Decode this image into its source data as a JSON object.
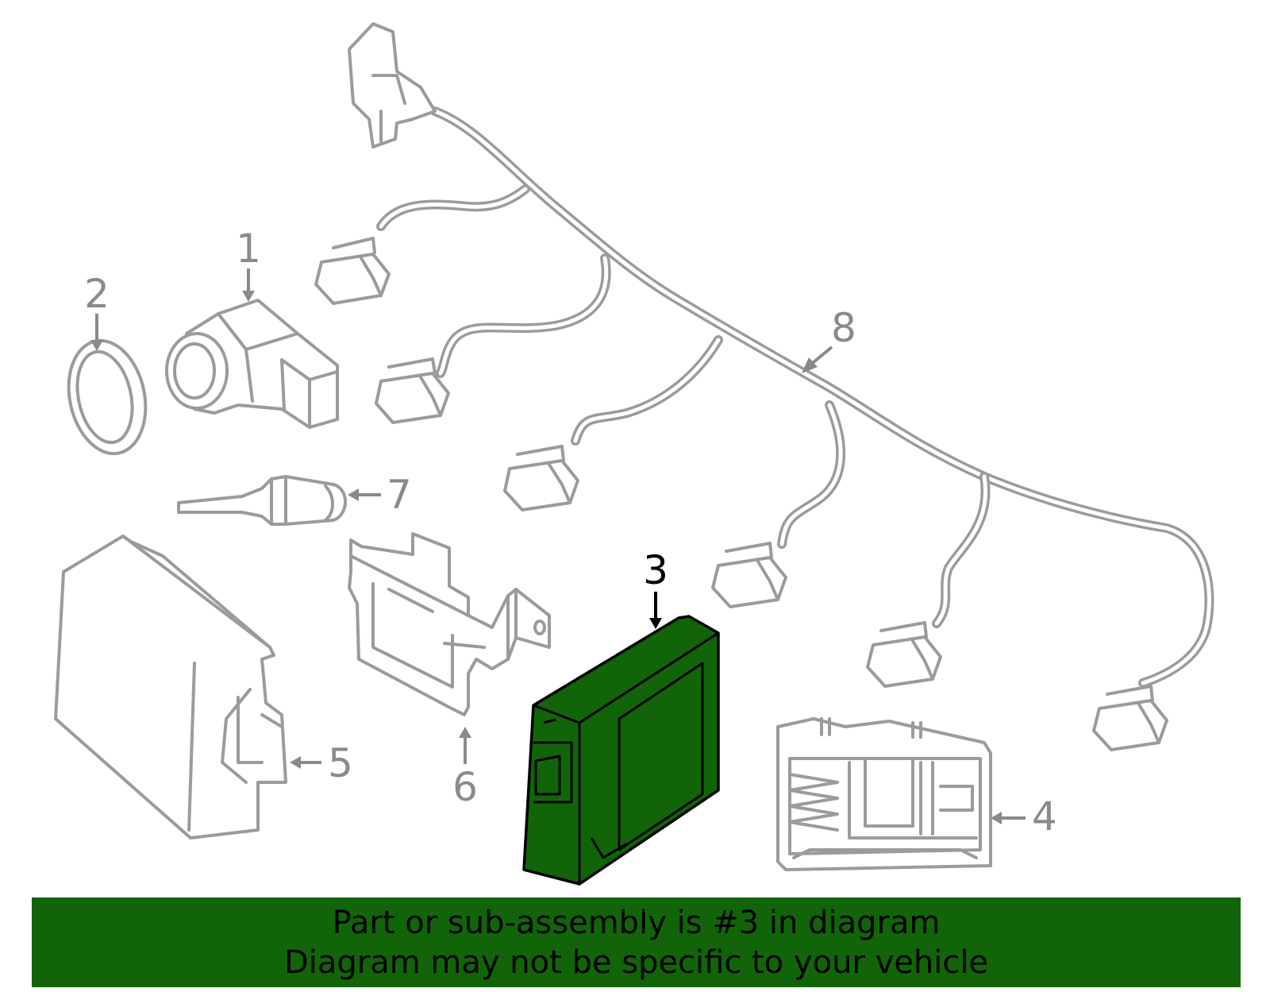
{
  "diagram": {
    "highlight_color": "#116508",
    "outline_color": "#9b9b9b",
    "highlighted_part": "3",
    "callouts": [
      {
        "id": "1",
        "label": "1"
      },
      {
        "id": "2",
        "label": "2"
      },
      {
        "id": "3",
        "label": "3"
      },
      {
        "id": "4",
        "label": "4"
      },
      {
        "id": "5",
        "label": "5"
      },
      {
        "id": "6",
        "label": "6"
      },
      {
        "id": "7",
        "label": "7"
      },
      {
        "id": "8",
        "label": "8"
      }
    ]
  },
  "banner": {
    "background": "#116508",
    "line1": "Part or sub-assembly is #3 in diagram",
    "line2": "Diagram may not be specific to your vehicle"
  }
}
